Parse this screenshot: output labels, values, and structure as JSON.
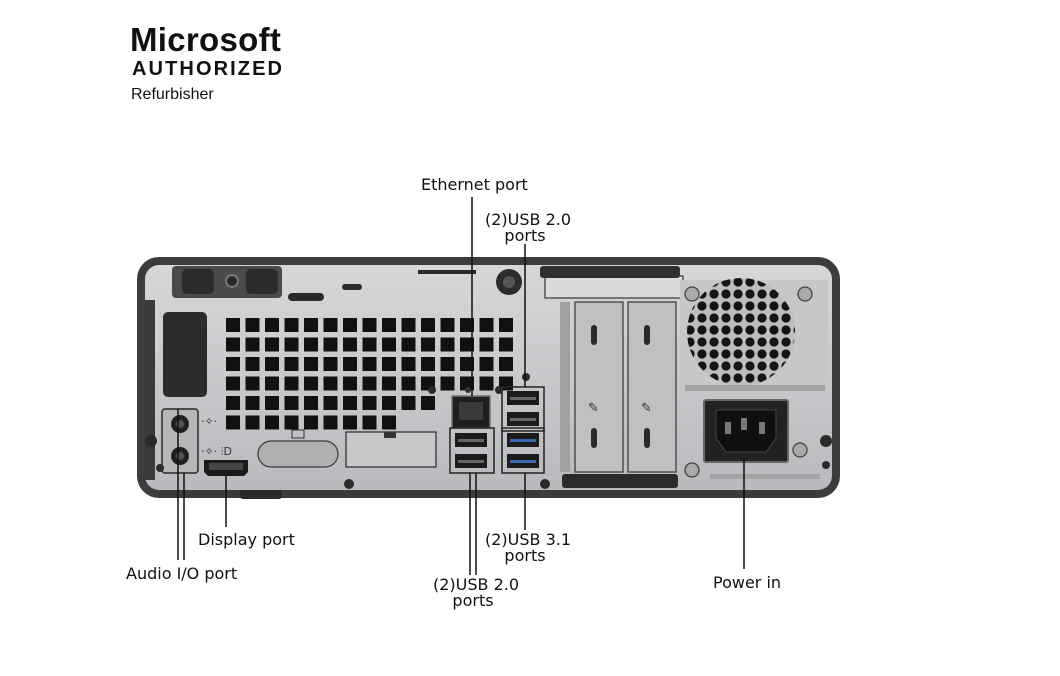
{
  "logo": {
    "brand": "Microsoft",
    "authorized": "AUTHORIZED",
    "subtitle": "Refurbisher"
  },
  "callouts": {
    "ethernet": "Ethernet port",
    "usb20_top_line1": "(2)USB 2.0",
    "usb20_top_line2": "ports",
    "display": "Display port",
    "audio": "Audio I/O port",
    "usb31_line1": "(2)USB 3.1",
    "usb31_line2": "ports",
    "usb20_bottom_line1": "(2)USB 2.0",
    "usb20_bottom_line2": "ports",
    "power": "Power in"
  },
  "colors": {
    "chassis_frame": "#3a3a3a",
    "panel": "#c9cacc",
    "vent": "#111111",
    "port_black": "#1a1a1a",
    "leader_line": "#111111"
  }
}
